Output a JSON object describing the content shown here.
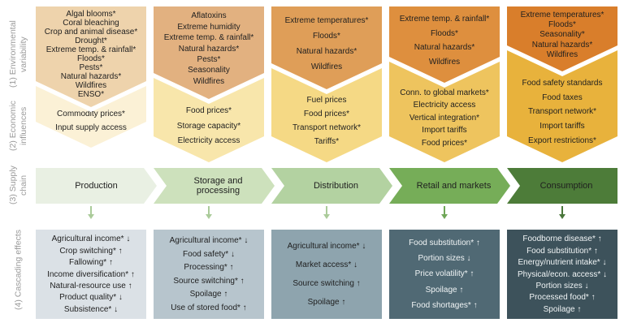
{
  "figure": {
    "type": "supply-chain-cascade-diagram",
    "row_labels": [
      "(1) Environmental\nvariability",
      "(2) Economic\ninfluences",
      "(3) Supply\nchain",
      "(4) Cascading effects"
    ]
  },
  "columns": [
    {
      "stage": "Production",
      "environmental": [
        "Algal blooms*",
        "Coral bleaching",
        "Crop and animal disease*",
        "Drought*",
        "Extreme temp. & rainfall*",
        "Floods*",
        "Pests*",
        "Natural hazards*",
        "Wildfires",
        "ENSO*"
      ],
      "economic": [
        "Commodity prices*",
        "Input supply access"
      ],
      "effects": [
        "Agricultural income* ↓",
        "Crop switching* ↑",
        "Fallowing* ↑",
        "Income diversification* ↑",
        "Natural-resource use ↑",
        "Product quality* ↓",
        "Subsistence* ↓"
      ],
      "colors": {
        "environmental": "#eed3ac",
        "economic": "#fbf1d6",
        "stage": "#e9f0e3",
        "effects_box": "#dbe1e6",
        "effects_text": "#1f1f1f",
        "hint_arrow": "#abcb9a"
      }
    },
    {
      "stage": "Storage and processing",
      "environmental": [
        "Aflatoxins",
        "Extreme humidity",
        "Extreme temp. & rainfall*",
        "Natural hazards*",
        "Pests*",
        "Seasonality",
        "Wildfires"
      ],
      "economic": [
        "Food prices*",
        "Storage capacity*",
        "Electricity access"
      ],
      "effects": [
        "Agricultural income* ↓",
        "Food safety* ↓",
        "Processing* ↑",
        "Source switching* ↑",
        "Spoilage ↑",
        "Use of stored food* ↑"
      ],
      "colors": {
        "environmental": "#e2b180",
        "economic": "#f8e6ab",
        "stage": "#cde1bc",
        "effects_box": "#b7c5cd",
        "effects_text": "#1f1f1f",
        "hint_arrow": "#abcb9a"
      }
    },
    {
      "stage": "Distribution",
      "environmental": [
        "Extreme temperatures*",
        "Floods*",
        "Natural hazards*",
        "Wildfires"
      ],
      "economic": [
        "Fuel prices",
        "Food prices*",
        "Transport network*",
        "Tariffs*"
      ],
      "effects": [
        "Agricultural income* ↓",
        "Market access* ↓",
        "Source switching ↑",
        "Spoilage ↑"
      ],
      "colors": {
        "environmental": "#df9e58",
        "economic": "#f5d985",
        "stage": "#b3d2a1",
        "effects_box": "#8ea4ae",
        "effects_text": "#1f1f1f",
        "hint_arrow": "#abcb9a"
      }
    },
    {
      "stage": "Retail and markets",
      "environmental": [
        "Extreme temp. & rainfall*",
        "Floods*",
        "Natural hazards*",
        "Wildfires"
      ],
      "economic": [
        "Conn. to global markets*",
        "Electricity access",
        "Vertical integration*",
        "Import tariffs",
        "Food prices*"
      ],
      "effects": [
        "Food substitution* ↑",
        "Portion sizes ↓",
        "Price volatility* ↑",
        "Spoilage ↑",
        "Food shortages* ↑"
      ],
      "colors": {
        "environmental": "#de8f3e",
        "economic": "#eec45e",
        "stage": "#76ad58",
        "effects_box": "#506974",
        "effects_text": "#f0f4f5",
        "hint_arrow": "#6fa657"
      }
    },
    {
      "stage": "Consumption",
      "environmental": [
        "Extreme temperatures*",
        "Floods*",
        "Seasonality*",
        "Natural hazards*",
        "Wildfires"
      ],
      "economic": [
        "Food safety standards",
        "Food taxes",
        "Transport network*",
        "Import tariffs",
        "Export restrictions*"
      ],
      "effects": [
        "Foodborne disease* ↑",
        "Food substitution* ↑",
        "Energy/nutrient intake* ↓",
        "Physical/econ. access* ↓",
        "Portion sizes ↓",
        "Processed food* ↑",
        "Spoilage ↑"
      ],
      "colors": {
        "environmental": "#d97e2b",
        "economic": "#e8b23c",
        "stage": "#4d7c39",
        "effects_box": "#3d525b",
        "effects_text": "#f0f4f5",
        "hint_arrow": "#49763a"
      }
    }
  ]
}
